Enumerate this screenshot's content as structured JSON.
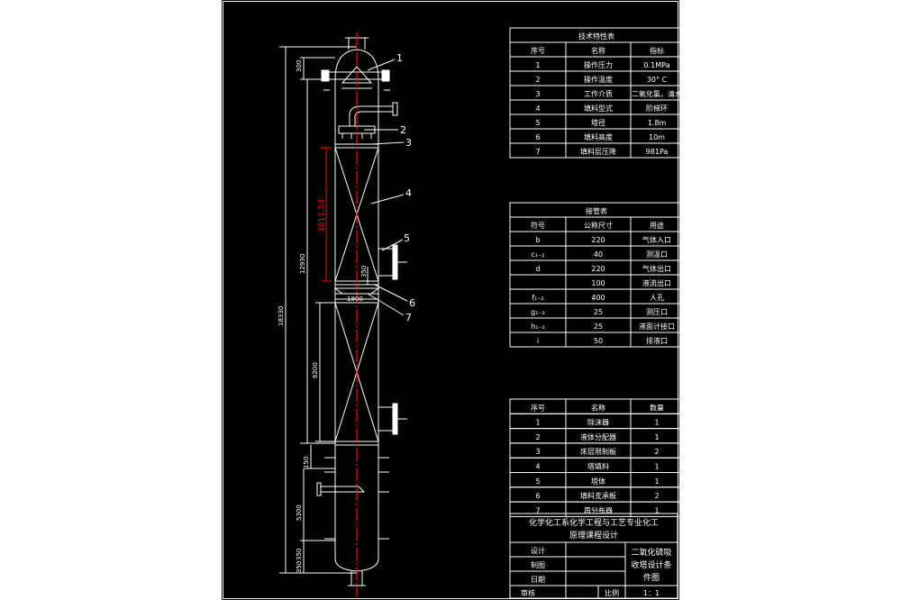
{
  "colors": {
    "page_bg": "#ffffff",
    "drawing_bg": "#000000",
    "line": "#ffffff",
    "accent_red": "#ff0000"
  },
  "leaders": [
    "1",
    "2",
    "3",
    "4",
    "5",
    "6",
    "7"
  ],
  "dims": {
    "top_head": "300",
    "mid_section": "12930",
    "total_height": "18330",
    "packing_upper": "3611.54",
    "packing_lower": "6200",
    "bed_gap": "350",
    "diameter": "1800",
    "skirt_gap": "150",
    "bottom_section": "5300",
    "bottom_head": "350",
    "bottom_skirt": "350"
  },
  "tech_table": {
    "title": "技术特性表",
    "headers": [
      "序号",
      "名称",
      "指标"
    ],
    "rows": [
      [
        "1",
        "操作压力",
        "0.1MPa"
      ],
      [
        "2",
        "操作温度",
        "30° C"
      ],
      [
        "3",
        "工作介质",
        "二氧化氯，清水"
      ],
      [
        "4",
        "填料型式",
        "阶梯环"
      ],
      [
        "5",
        "塔径",
        "1.8m"
      ],
      [
        "6",
        "填料高度",
        "10m"
      ],
      [
        "7",
        "填料层压降",
        "981Pa"
      ]
    ]
  },
  "nozzle_table": {
    "title": "接管表",
    "headers": [
      "符号",
      "公称尺寸",
      "用途"
    ],
    "rows": [
      [
        "b",
        "220",
        "气体入口"
      ],
      [
        "c₁₋₂",
        "40",
        "测温口"
      ],
      [
        "d",
        "220",
        "气体出口"
      ],
      [
        "",
        "100",
        "液流出口"
      ],
      [
        "f₁₋₂",
        "400",
        "人孔"
      ],
      [
        "g₁₋₂",
        "25",
        "测压口"
      ],
      [
        "h₁₋₂",
        "25",
        "液面计接口"
      ],
      [
        "i",
        "50",
        "排液口"
      ]
    ]
  },
  "parts_table": {
    "headers": [
      "序号",
      "名称",
      "数量"
    ],
    "rows": [
      [
        "1",
        "除沫器",
        "1"
      ],
      [
        "2",
        "液体分配器",
        "1"
      ],
      [
        "3",
        "床层限制板",
        "2"
      ],
      [
        "4",
        "塔填料",
        "1"
      ],
      [
        "5",
        "塔体",
        "1"
      ],
      [
        "6",
        "填料支承板",
        "2"
      ],
      [
        "7",
        "再分布器",
        "1"
      ]
    ]
  },
  "title_block": {
    "heading_1": "化学化工系化学工程与工艺专业化工",
    "heading_2": "原理课程设计",
    "role_design": "设计",
    "role_draw": "制图",
    "role_date": "日期",
    "role_review": "审核",
    "drawing_title_1": "二氧化硫吸",
    "drawing_title_2": "收塔设计条",
    "drawing_title_3": "件图",
    "scale_label": "比例",
    "scale_value": "1：1"
  }
}
